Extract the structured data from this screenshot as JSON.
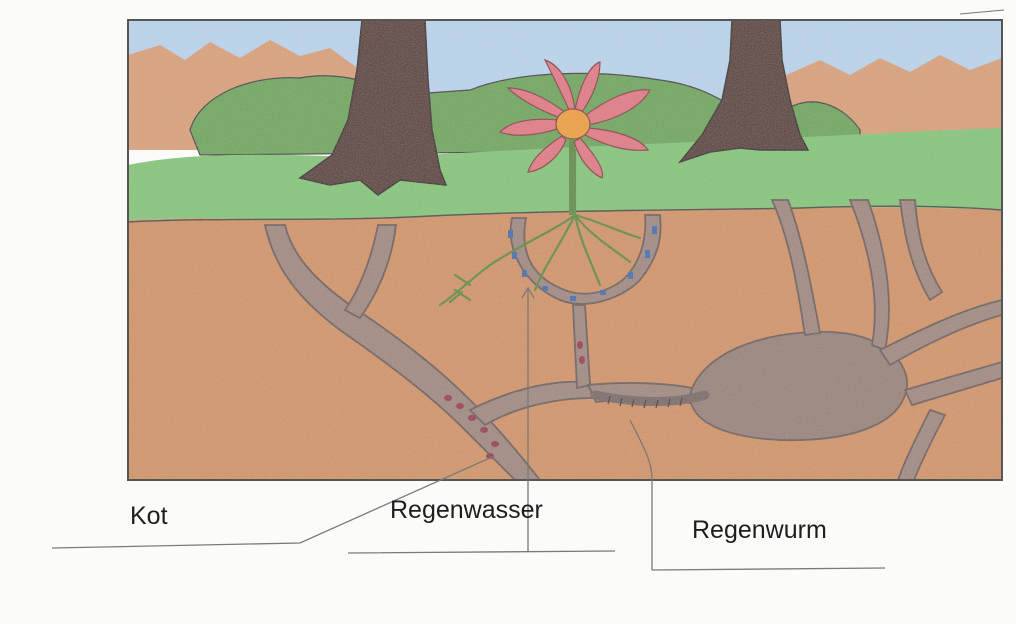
{
  "labels": {
    "feces": "Kot",
    "rainwater": "Regenwasser",
    "earthworm": "Regenwurm"
  },
  "colors": {
    "sky": "#bcd6ee",
    "hills": "#dca27a",
    "bush": "#6fa85a",
    "grass": "#86c87a",
    "soil": "#d49566",
    "burrow": "#a38a82",
    "burrow_edge": "#7a6a68",
    "trunk": "#5a3a30",
    "petal": "#e37a86",
    "flower_center": "#f0a030",
    "water_drop": "#3a6fb0",
    "feces_dot": "#9a3050",
    "root": "#5f8e3e"
  }
}
